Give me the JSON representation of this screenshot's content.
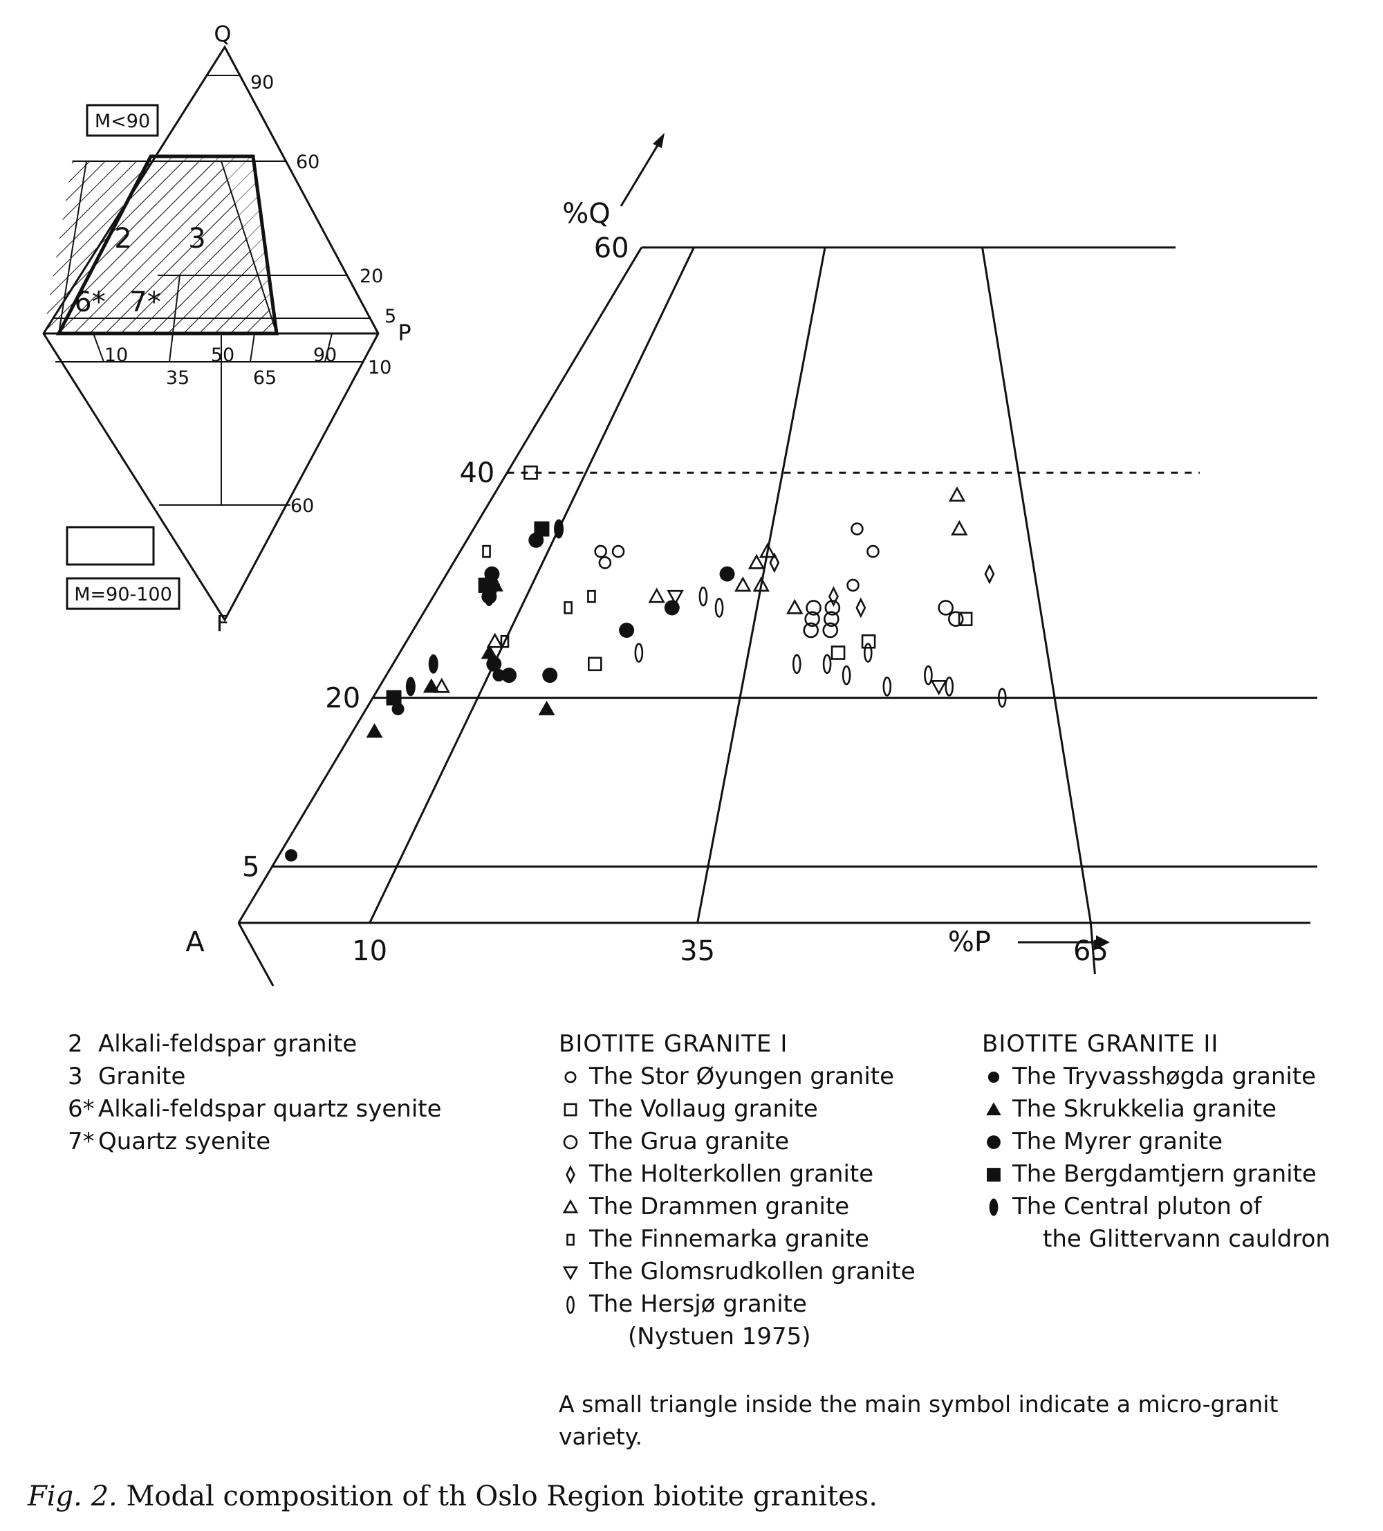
{
  "chart_data": {
    "type": "scatter",
    "subtype": "QAP ternary diagram (Streckeisen), upper triangle, 0-60% Q",
    "axes": {
      "q_label": "%Q",
      "p_label": "%P",
      "apex_a": "A",
      "q_ticks": [
        "5",
        "20",
        "40",
        "60"
      ],
      "p_ticks": [
        "10",
        "35",
        "65"
      ],
      "q_range": [
        0,
        60
      ],
      "p_range": [
        0,
        100
      ]
    },
    "series": [
      {
        "name": "The Stor Øyungen granite",
        "symbol": "small-circle",
        "group": "BIOTITE GRANITE I",
        "points": [
          [
            16,
            33
          ],
          [
            17,
            32
          ],
          [
            18,
            33
          ],
          [
            45,
            35
          ],
          [
            47,
            33
          ],
          [
            45,
            30
          ]
        ]
      },
      {
        "name": "The Vollaug granite",
        "symbol": "open-square",
        "group": "BIOTITE GRANITE I",
        "points": [
          [
            3,
            40
          ],
          [
            47,
            25
          ],
          [
            57,
            27
          ],
          [
            44,
            24
          ],
          [
            20,
            23
          ]
        ]
      },
      {
        "name": "The Grua granite",
        "symbol": "open-circle",
        "group": "BIOTITE GRANITE I",
        "points": [
          [
            41,
            28
          ],
          [
            43,
            28
          ],
          [
            41,
            27
          ],
          [
            43,
            27
          ],
          [
            43,
            26
          ],
          [
            41,
            26
          ],
          [
            55,
            28
          ],
          [
            56,
            27
          ]
        ]
      },
      {
        "name": "The Holterkollen granite",
        "symbol": "diamond",
        "group": "BIOTITE GRANITE I",
        "points": [
          [
            36,
            32
          ],
          [
            43,
            29
          ],
          [
            46,
            28
          ],
          [
            60,
            31
          ],
          [
            6,
            30
          ]
        ]
      },
      {
        "name": "The Drammen granite",
        "symbol": "open-triangle",
        "group": "BIOTITE GRANITE I",
        "points": [
          [
            34,
            32
          ],
          [
            35,
            33
          ],
          [
            35,
            30
          ],
          [
            33,
            30
          ],
          [
            24,
            29
          ],
          [
            39,
            28
          ],
          [
            9,
            25
          ],
          [
            57,
            38
          ],
          [
            57,
            35
          ],
          [
            6,
            21
          ]
        ]
      },
      {
        "name": "The Finnemarka granite",
        "symbol": "small-square",
        "group": "BIOTITE GRANITE I",
        "points": [
          [
            3,
            33
          ],
          [
            15,
            28
          ],
          [
            17,
            29
          ],
          [
            10,
            25
          ]
        ]
      },
      {
        "name": "The Glomsrudkollen granite",
        "symbol": "down-triangle",
        "group": "BIOTITE GRANITE I",
        "points": [
          [
            26,
            29
          ],
          [
            54,
            21
          ]
        ]
      },
      {
        "name": "The Hersjø granite (Nystuen 1975)",
        "symbol": "zero",
        "group": "BIOTITE GRANITE I",
        "points": [
          [
            29,
            29
          ],
          [
            31,
            28
          ],
          [
            24,
            24
          ],
          [
            40,
            23
          ],
          [
            43,
            23
          ],
          [
            45,
            22
          ],
          [
            49,
            21
          ],
          [
            53,
            22
          ],
          [
            47,
            24
          ],
          [
            55,
            21
          ],
          [
            60,
            20
          ]
        ]
      },
      {
        "name": "The Tryvasshøgda granite",
        "symbol": "small-dot",
        "group": "BIOTITE GRANITE II",
        "points": [
          [
            11,
            22
          ],
          [
            3,
            19
          ],
          [
            1,
            6
          ]
        ]
      },
      {
        "name": "The Skrukkelia granite",
        "symbol": "filled-triangle",
        "group": "BIOTITE GRANITE II",
        "points": [
          [
            6,
            30
          ],
          [
            9,
            24
          ],
          [
            5,
            21
          ],
          [
            17,
            19
          ],
          [
            2,
            17
          ]
        ]
      },
      {
        "name": "The Myrer granite",
        "symbol": "filled-circle",
        "group": "BIOTITE GRANITE II",
        "points": [
          [
            8,
            34
          ],
          [
            5,
            31
          ],
          [
            6,
            29
          ],
          [
            26,
            28
          ],
          [
            31,
            31
          ],
          [
            10,
            23
          ],
          [
            12,
            22
          ],
          [
            16,
            22
          ],
          [
            22,
            26
          ]
        ]
      },
      {
        "name": "The Bergdamtjern granite",
        "symbol": "filled-square",
        "group": "BIOTITE GRANITE II",
        "points": [
          [
            8,
            35
          ],
          [
            5,
            30
          ],
          [
            2,
            20
          ]
        ]
      },
      {
        "name": "The Central pluton of the Glittervann cauldron",
        "symbol": "filled-oval",
        "group": "BIOTITE GRANITE II",
        "points": [
          [
            10,
            35
          ],
          [
            6,
            29
          ],
          [
            4,
            23
          ],
          [
            3,
            21
          ]
        ]
      }
    ],
    "inset": {
      "vertices": {
        "top": "Q",
        "left": "A",
        "right": "P",
        "bottom": "F"
      },
      "box_top_label": "M<90",
      "box_bottom_label": "M=90-100",
      "fields": [
        "2",
        "3",
        "6*",
        "7*"
      ],
      "q_ticks": [
        "90",
        "60",
        "20",
        "5"
      ],
      "ap_ticks": [
        "10",
        "35",
        "50",
        "65",
        "90"
      ],
      "f_ticks": [
        "10",
        "60"
      ]
    }
  },
  "legend_rock_types": {
    "items": [
      {
        "num": "2",
        "label": "Alkali-feldspar granite"
      },
      {
        "num": "3",
        "label": "Granite"
      },
      {
        "num": "6*",
        "label": "Alkali-feldspar quartz syenite"
      },
      {
        "num": "7*",
        "label": "Quartz syenite"
      }
    ]
  },
  "legend_group1": {
    "title": "BIOTITE GRANITE I",
    "items": [
      {
        "symbol": "small-circle",
        "label": "The Stor Øyungen granite"
      },
      {
        "symbol": "open-square",
        "label": "The Vollaug granite"
      },
      {
        "symbol": "open-circle",
        "label": "The Grua granite"
      },
      {
        "symbol": "diamond",
        "label": "The Holterkollen granite"
      },
      {
        "symbol": "open-triangle",
        "label": "The Drammen granite"
      },
      {
        "symbol": "small-square",
        "label": "The Finnemarka granite"
      },
      {
        "symbol": "down-triangle",
        "label": "The Glomsrudkollen granite"
      },
      {
        "symbol": "zero",
        "label": "The Hersjø granite"
      }
    ],
    "note_line": "(Nystuen 1975)"
  },
  "legend_group2": {
    "title": "BIOTITE GRANITE II",
    "items": [
      {
        "symbol": "small-dot",
        "label": "The Tryvasshøgda granite"
      },
      {
        "symbol": "filled-triangle",
        "label": "The Skrukkelia granite"
      },
      {
        "symbol": "filled-circle",
        "label": "The Myrer granite"
      },
      {
        "symbol": "filled-square",
        "label": "The Bergdamtjern granite"
      },
      {
        "symbol": "filled-oval",
        "label": "The Central pluton of"
      }
    ],
    "cont_line": "the Glittervann cauldron"
  },
  "note": "A small triangle inside the main symbol indicate a micro-granit variety.",
  "caption": {
    "fig": "Fig. 2.",
    "text": "Modal composition of th Oslo Region biotite granites."
  }
}
